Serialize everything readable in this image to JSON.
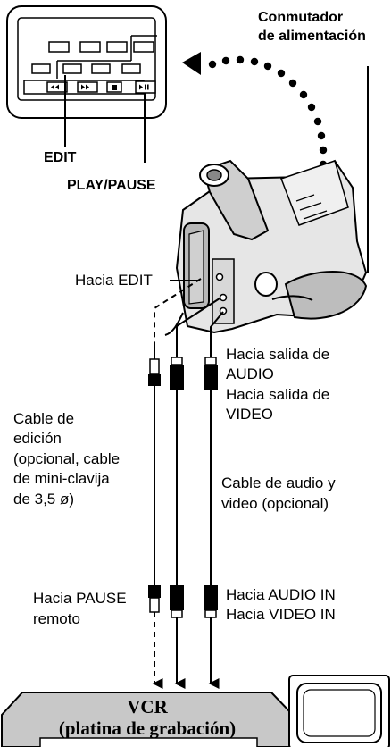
{
  "labels": {
    "power_switch_line1": "Conmutador",
    "power_switch_line2": "de alimentación",
    "edit": "EDIT",
    "play_pause": "PLAY/PAUSE",
    "to_edit": "Hacia EDIT",
    "audio_out_line1": "Hacia salida de",
    "audio_out_line2": "AUDIO",
    "video_out_line1": "Hacia salida de",
    "video_out_line2": "VIDEO",
    "edit_cable_line1": "Cable de",
    "edit_cable_line2": "edición",
    "edit_cable_line3": "(opcional, cable",
    "edit_cable_line4": "de mini-clavija",
    "edit_cable_line5": "de 3,5 ø)",
    "av_cable_line1": "Cable de audio y",
    "av_cable_line2": "video (opcional)",
    "remote_pause_line1": "Hacia PAUSE",
    "remote_pause_line2": "remoto",
    "audio_in": "Hacia AUDIO IN",
    "video_in": "Hacia VIDEO IN",
    "vcr_line1": "VCR",
    "vcr_line2": "(platina de grabación)"
  },
  "colors": {
    "panel_fill": "#ffffff",
    "vcr_fill": "#c8c8c8",
    "camera_fill": "#d6d6d6",
    "stroke": "#000000"
  },
  "icons": {
    "rewind": "rewind-icon",
    "fast_forward": "fast-forward-icon",
    "stop": "stop-icon",
    "play_pause": "play-pause-icon",
    "arrow": "arrowhead-icon",
    "television": "tv-icon"
  }
}
